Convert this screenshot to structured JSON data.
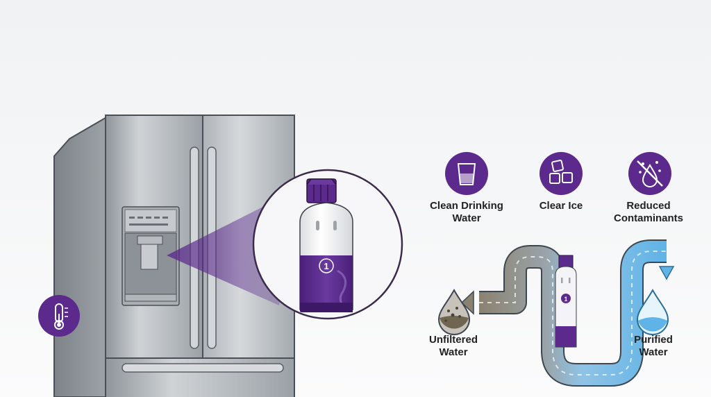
{
  "benefits": [
    {
      "line1": "Clean Drinking",
      "line2": "Water",
      "icon": "water-glass-icon"
    },
    {
      "line1": "Clear Ice",
      "line2": "",
      "icon": "ice-cubes-icon"
    },
    {
      "line1": "Reduced",
      "line2": "Contaminants",
      "icon": "no-contaminants-icon"
    }
  ],
  "flow": {
    "input": {
      "line1": "Unfiltered",
      "line2": "Water"
    },
    "output": {
      "line1": "Purified",
      "line2": "Water"
    }
  },
  "filter": {
    "badge": "1"
  },
  "colors": {
    "brand": "#5b2a8c",
    "steel": "#b9bec3",
    "dirty": "#8a8270",
    "clean": "#5fb3e6"
  },
  "side_icon": "thermometer-icon"
}
